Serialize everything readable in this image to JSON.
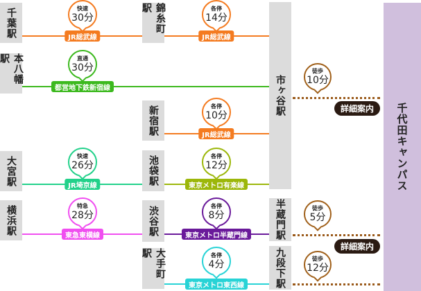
{
  "stations": {
    "chiba": "千葉駅",
    "motoyawata": "本八幡駅",
    "omiya": "大宮駅",
    "yokohama": "横浜駅",
    "kinshicho": "錦糸町駅",
    "shinjuku": "新宿駅",
    "ikebukuro": "池袋駅",
    "shibuya": "渋谷駅",
    "otemachi": "大手町駅",
    "ichigaya": "市ヶ谷駅",
    "hanzomon": "半蔵門駅",
    "kudanshita": "九段下駅"
  },
  "campus": "千代田キャンパス",
  "routes": [
    {
      "line": "JR総武線",
      "kind": "快速",
      "time": "30分",
      "color": "#f47b20"
    },
    {
      "line": "JR総武線",
      "kind": "各停",
      "time": "14分",
      "color": "#f47b20"
    },
    {
      "line": "都営地下鉄新宿線",
      "kind": "直通",
      "time": "30分",
      "color": "#3cb91e"
    },
    {
      "line": "JR総武線",
      "kind": "各停",
      "time": "10分",
      "color": "#f47b20"
    },
    {
      "line": "JR埼京線",
      "kind": "快速",
      "time": "26分",
      "color": "#22d18a"
    },
    {
      "line": "東京メトロ有楽線",
      "kind": "各停",
      "time": "12分",
      "color": "#9cb70a"
    },
    {
      "line": "東急東横線",
      "kind": "特急",
      "time": "28分",
      "color": "#f04ef0"
    },
    {
      "line": "東京メトロ半蔵門線",
      "kind": "各停",
      "time": "8分",
      "color": "#6a1a9a"
    },
    {
      "line": "東京メトロ東西線",
      "kind": "各停",
      "time": "4分",
      "color": "#28d3d6"
    }
  ],
  "walks": [
    {
      "kind": "徒歩",
      "time": "10分"
    },
    {
      "kind": "徒歩",
      "time": "5分"
    },
    {
      "kind": "徒歩",
      "time": "12分"
    }
  ],
  "details_label": "詳細案内",
  "walk_color": "#a0601a"
}
